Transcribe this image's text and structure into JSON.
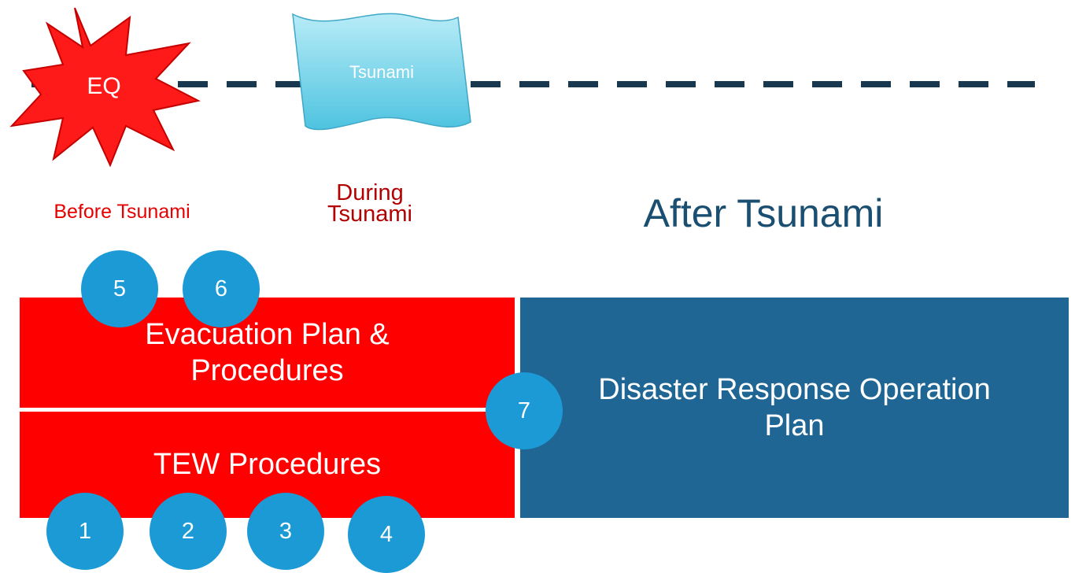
{
  "timeline": {
    "event_label": "EQ",
    "wave_label": "Tsunami"
  },
  "phases": {
    "before": "Before Tsunami",
    "during_line1": "During",
    "during_line2": "Tsunami",
    "after": "After Tsunami"
  },
  "boxes": {
    "evacuation_line1": "Evacuation Plan &",
    "evacuation_line2": "Procedures",
    "tew": "TEW Procedures",
    "drop_line1": "Disaster Response Operation",
    "drop_line2": "Plan"
  },
  "markers": {
    "m1": "1",
    "m2": "2",
    "m3": "3",
    "m4": "4",
    "m5": "5",
    "m6": "6",
    "m7": "7"
  },
  "colors": {
    "red": "#ff0000",
    "blue_box": "#1f6695",
    "circle": "#1c9ad6",
    "dash": "#17384f",
    "wave": "#7fd6ea"
  }
}
